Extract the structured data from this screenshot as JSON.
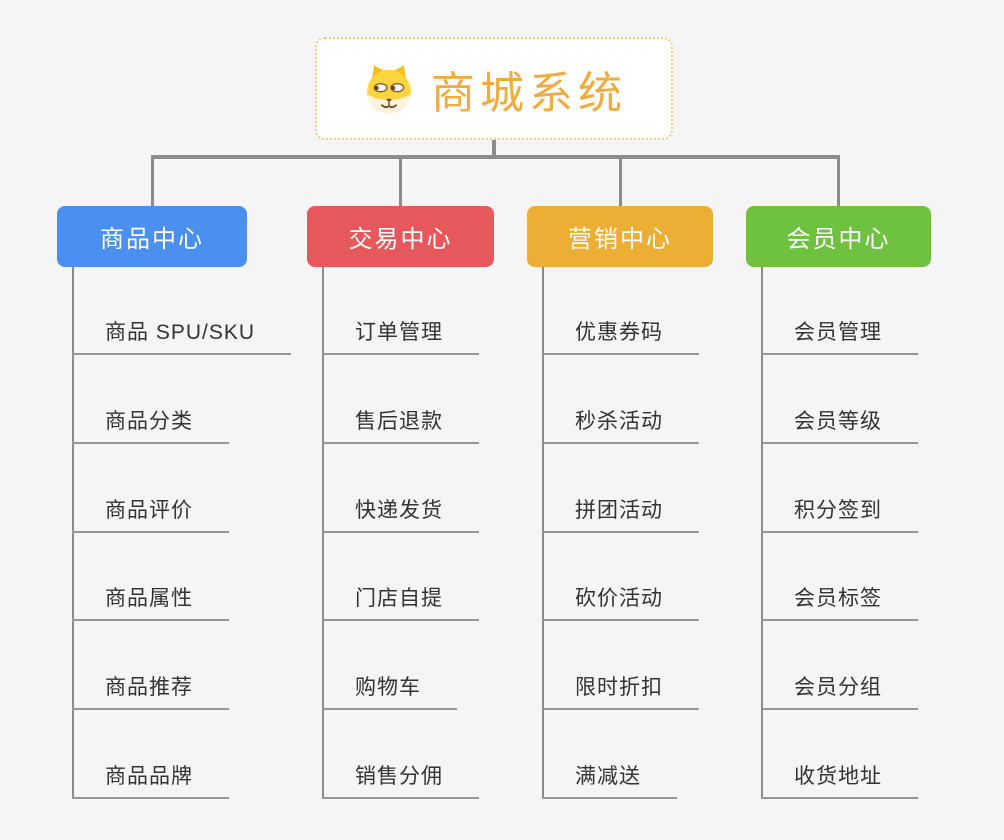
{
  "canvas": {
    "background": "#f5f5f5",
    "connector_color": "#8c8c8c",
    "underline_color": "#979797",
    "text_color": "#333333"
  },
  "root": {
    "title": "商城系统",
    "icon": "doge-face-icon",
    "title_color": "#f0ac3e",
    "border_color": "#f5c97e",
    "background": "#ffffff"
  },
  "branches": [
    {
      "label": "商品中心",
      "color": "#4b8ff0",
      "children": [
        "商品 SPU/SKU",
        "商品分类",
        "商品评价",
        "商品属性",
        "商品推荐",
        "商品品牌"
      ]
    },
    {
      "label": "交易中心",
      "color": "#e7585c",
      "children": [
        "订单管理",
        "售后退款",
        "快递发货",
        "门店自提",
        "购物车",
        "销售分佣"
      ]
    },
    {
      "label": "营销中心",
      "color": "#edae35",
      "children": [
        "优惠券码",
        "秒杀活动",
        "拼团活动",
        "砍价活动",
        "限时折扣",
        "满减送"
      ]
    },
    {
      "label": "会员中心",
      "color": "#6fc140",
      "children": [
        "会员管理",
        "会员等级",
        "积分签到",
        "会员标签",
        "会员分组",
        "收货地址"
      ]
    }
  ]
}
